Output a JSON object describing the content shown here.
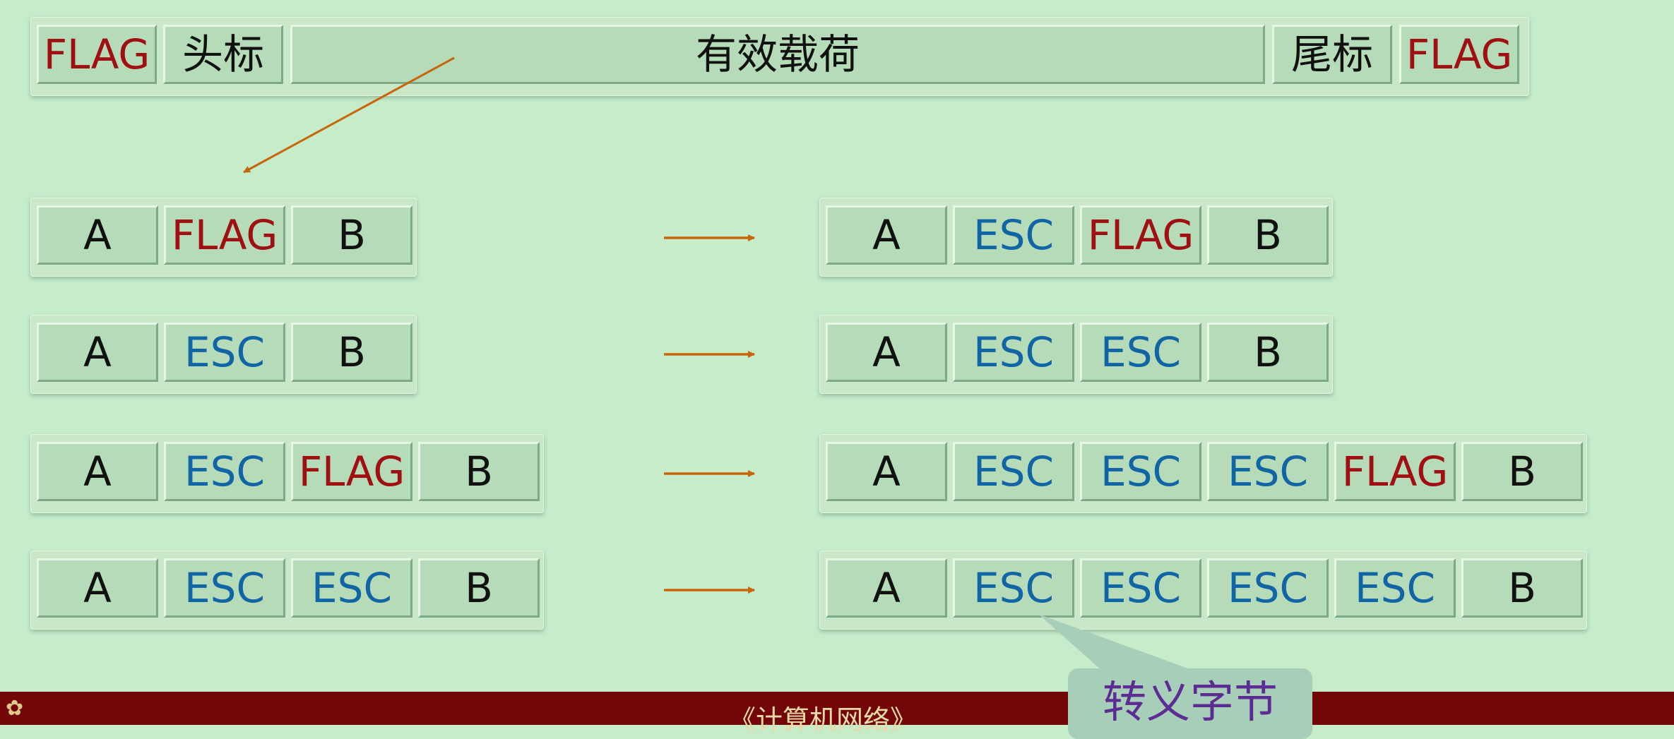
{
  "frame_top": {
    "cells": [
      {
        "text": "FLAG",
        "kind": "flag"
      },
      {
        "text": "头标",
        "kind": "hdr"
      },
      {
        "text": "有效载荷",
        "kind": "hdr"
      },
      {
        "text": "尾标",
        "kind": "hdr"
      },
      {
        "text": "FLAG",
        "kind": "flag"
      }
    ]
  },
  "rows": [
    {
      "original": [
        {
          "text": "A",
          "kind": "plain"
        },
        {
          "text": "FLAG",
          "kind": "flag"
        },
        {
          "text": "B",
          "kind": "plain"
        }
      ],
      "stuffed": [
        {
          "text": "A",
          "kind": "plain"
        },
        {
          "text": "ESC",
          "kind": "esc"
        },
        {
          "text": "FLAG",
          "kind": "flag"
        },
        {
          "text": "B",
          "kind": "plain"
        }
      ]
    },
    {
      "original": [
        {
          "text": "A",
          "kind": "plain"
        },
        {
          "text": "ESC",
          "kind": "esc"
        },
        {
          "text": "B",
          "kind": "plain"
        }
      ],
      "stuffed": [
        {
          "text": "A",
          "kind": "plain"
        },
        {
          "text": "ESC",
          "kind": "esc"
        },
        {
          "text": "ESC",
          "kind": "esc"
        },
        {
          "text": "B",
          "kind": "plain"
        }
      ]
    },
    {
      "original": [
        {
          "text": "A",
          "kind": "plain"
        },
        {
          "text": "ESC",
          "kind": "esc"
        },
        {
          "text": "FLAG",
          "kind": "flag"
        },
        {
          "text": "B",
          "kind": "plain"
        }
      ],
      "stuffed": [
        {
          "text": "A",
          "kind": "plain"
        },
        {
          "text": "ESC",
          "kind": "esc"
        },
        {
          "text": "ESC",
          "kind": "esc"
        },
        {
          "text": "ESC",
          "kind": "esc"
        },
        {
          "text": "FLAG",
          "kind": "flag"
        },
        {
          "text": "B",
          "kind": "plain"
        }
      ]
    },
    {
      "original": [
        {
          "text": "A",
          "kind": "plain"
        },
        {
          "text": "ESC",
          "kind": "esc"
        },
        {
          "text": "ESC",
          "kind": "esc"
        },
        {
          "text": "B",
          "kind": "plain"
        }
      ],
      "stuffed": [
        {
          "text": "A",
          "kind": "plain"
        },
        {
          "text": "ESC",
          "kind": "esc"
        },
        {
          "text": "ESC",
          "kind": "esc"
        },
        {
          "text": "ESC",
          "kind": "esc"
        },
        {
          "text": "ESC",
          "kind": "esc"
        },
        {
          "text": "B",
          "kind": "plain"
        }
      ]
    }
  ],
  "callout": {
    "text": "转义字节"
  },
  "footer": {
    "title": "《计算机网络》",
    "logo_icon": "university-logo-icon"
  },
  "colors": {
    "flag": "#a00f12",
    "esc": "#1165a5",
    "arrow": "#c8650a",
    "footer_bg": "#720608",
    "callout_text": "#5c2c92"
  }
}
